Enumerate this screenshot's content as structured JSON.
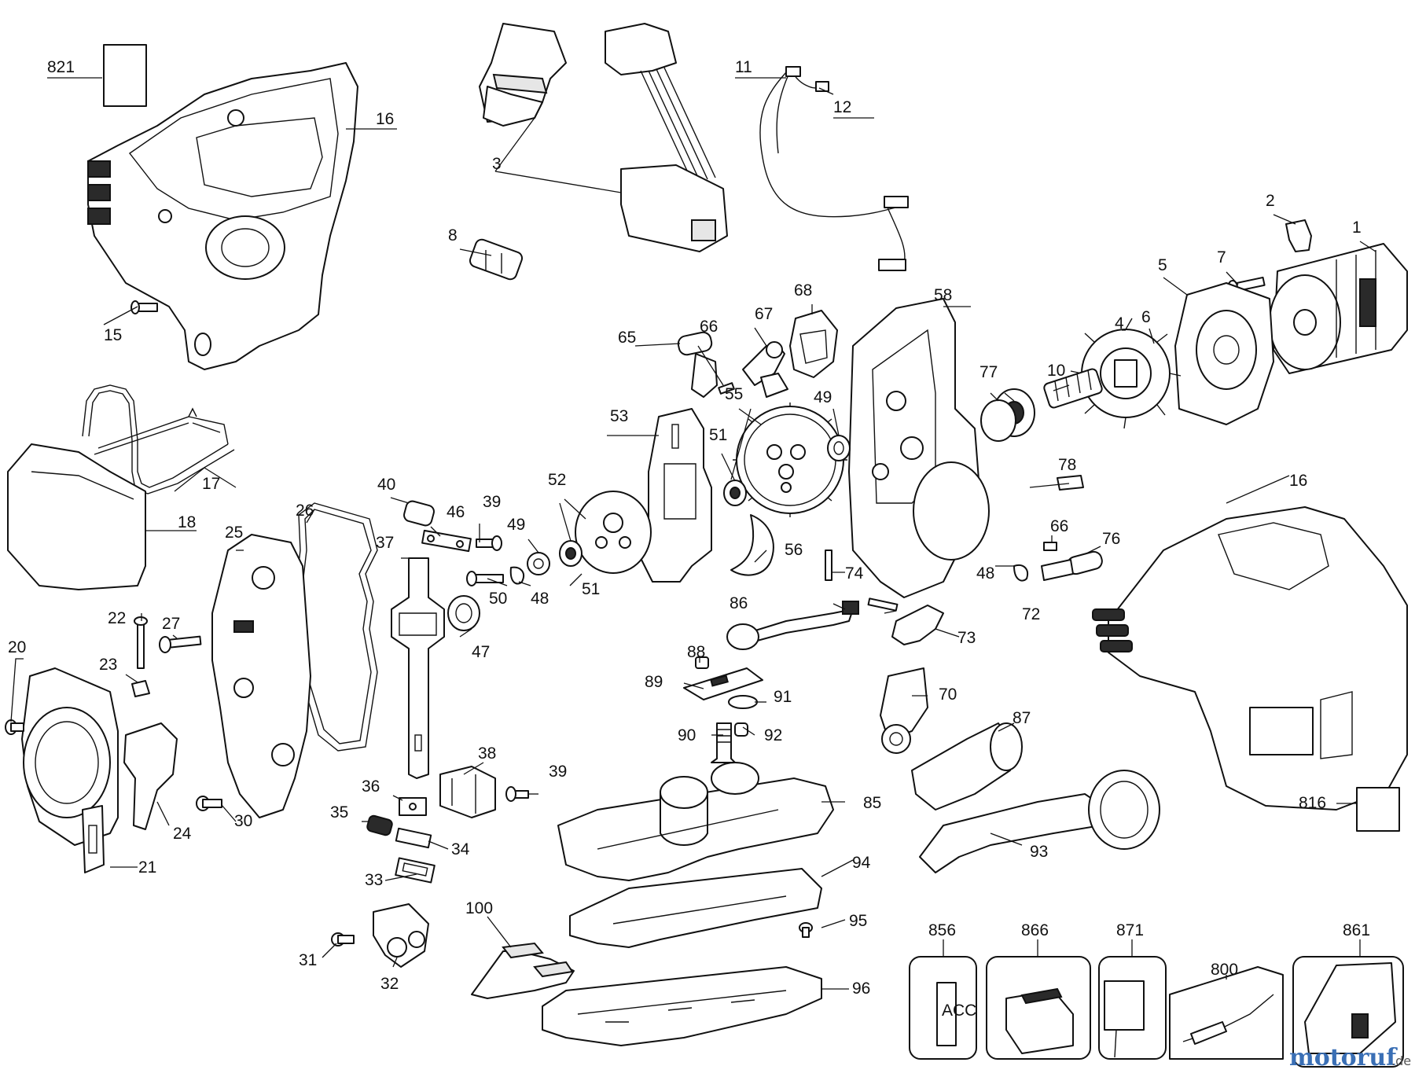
{
  "diagram": {
    "labels": [
      "821",
      "16",
      "3",
      "11",
      "12",
      "8",
      "2",
      "1",
      "7",
      "5",
      "15",
      "58",
      "68",
      "67",
      "66",
      "65",
      "6",
      "4",
      "10",
      "77",
      "55",
      "53",
      "49",
      "51",
      "17",
      "78",
      "40",
      "46",
      "39",
      "49",
      "52",
      "18",
      "26",
      "25",
      "37",
      "16",
      "66",
      "76",
      "48",
      "74",
      "50",
      "48",
      "51",
      "56",
      "22",
      "27",
      "86",
      "72",
      "73",
      "47",
      "20",
      "23",
      "88",
      "89",
      "91",
      "70",
      "87",
      "90",
      "92",
      "38",
      "39",
      "36",
      "30",
      "85",
      "816",
      "35",
      "34",
      "24",
      "21",
      "33",
      "93",
      "94",
      "95",
      "100",
      "31",
      "96",
      "32",
      "856",
      "866",
      "871",
      "861",
      "800"
    ],
    "watermark": {
      "text_a": "motoruf",
      "text_b": ".de"
    },
    "accessory_label": "ACC"
  }
}
